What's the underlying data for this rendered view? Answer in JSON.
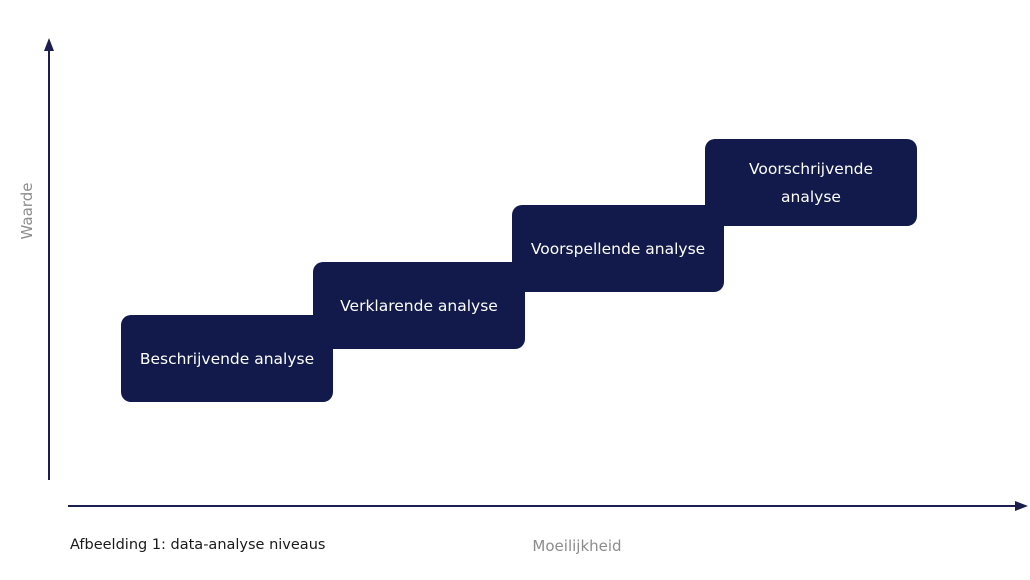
{
  "diagram": {
    "y_axis_label": "Waarde",
    "x_axis_label": "Moeilijkheid",
    "caption": "Afbeelding 1: data-analyse niveaus",
    "steps": [
      {
        "label": "Beschrijvende analyse"
      },
      {
        "label": "Verklarende analyse"
      },
      {
        "label": "Voorspellende analyse"
      },
      {
        "label": "Voorschrijvende analyse"
      }
    ]
  },
  "colors": {
    "box_fill": "#111a4a",
    "axis": "#1b1f4d"
  }
}
